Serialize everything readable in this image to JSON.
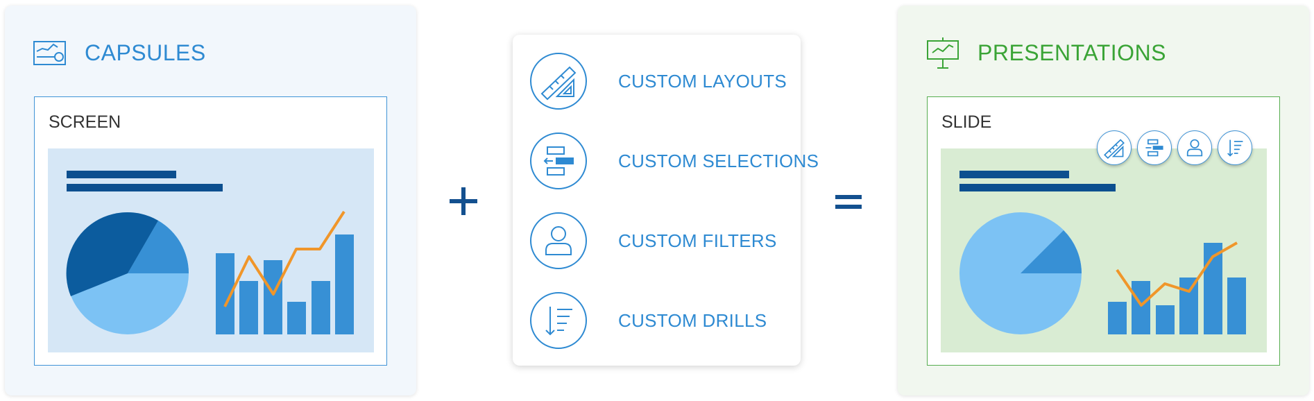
{
  "capsules": {
    "title": "CAPSULES",
    "frame_label": "SCREEN",
    "icon": "dashboard-icon"
  },
  "operators": {
    "plus": "+",
    "equals": "="
  },
  "features": [
    {
      "label": "CUSTOM LAYOUTS",
      "icon": "ruler-triangle-icon"
    },
    {
      "label": "CUSTOM SELECTIONS",
      "icon": "selection-icon"
    },
    {
      "label": "CUSTOM FILTERS",
      "icon": "user-filter-icon"
    },
    {
      "label": "CUSTOM DRILLS",
      "icon": "drill-down-icon"
    }
  ],
  "presentations": {
    "title": "PRESENTATIONS",
    "frame_label": "SLIDE",
    "icon": "presentation-board-icon"
  },
  "colors": {
    "capsules_accent": "#2e8ad2",
    "presentations_accent": "#3aa436",
    "operator": "#13508f",
    "line_orange": "#f0962a",
    "bar_blue": "#3790d5",
    "pie_dark": "#0c5c9e",
    "pie_light": "#7cc2f4"
  }
}
